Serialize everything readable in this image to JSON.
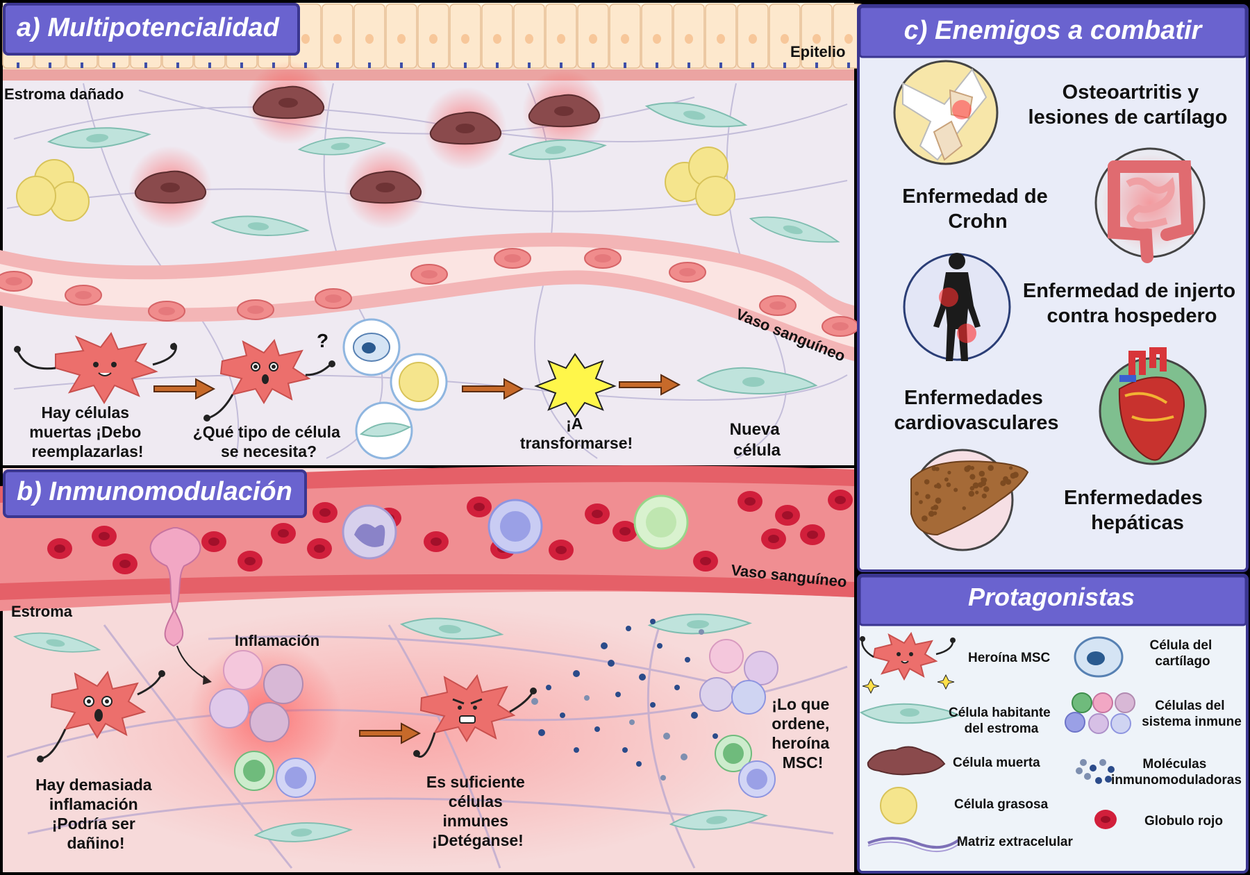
{
  "colors": {
    "header_purple": "#6a63cf",
    "panel_a_bg": "#efeaf2",
    "panel_b_bg": "#f7dada",
    "panel_c_bg": "#e9ecf8",
    "legend_bg": "#eef3f9",
    "vessel": "#f0a9ac",
    "msc": "#ec6f6c",
    "dead_cell": "#8a4a4c",
    "fat_cell": "#f5e58d",
    "stromal": "#bfe3dc",
    "rbc": "#d11f3b"
  },
  "panel_a": {
    "title": "a) Multipotencialidad",
    "epitelio": "Epitelio",
    "estroma_danado": "Estroma dañado",
    "vaso": "Vaso sanguíneo",
    "q_mark": "?",
    "step1": [
      "Hay células",
      "muertas ¡Debo",
      "reemplazarlas!"
    ],
    "step2": [
      "¿Qué tipo de célula",
      "se necesita?"
    ],
    "step3": [
      "¡A",
      "transformarse!"
    ],
    "step4": [
      "Nueva",
      "célula"
    ]
  },
  "panel_b": {
    "title": "b) Inmunomodulación",
    "vaso": "Vaso sanguíneo",
    "estroma": "Estroma",
    "inflamacion": "Inflamación",
    "step1": [
      "Hay demasiada",
      "inflamación",
      "¡Podría ser",
      "dañino!"
    ],
    "step2": [
      "Es suficiente",
      "células",
      "inmunes",
      "¡Detéganse!"
    ],
    "step3": [
      "¡Lo que",
      "ordene,",
      "heroína",
      "MSC!"
    ]
  },
  "panel_c": {
    "title": "c) Enemigos a combatir",
    "d1": [
      "Osteoartritis y",
      "lesiones de cartílago"
    ],
    "d2": [
      "Enfermedad de",
      "Crohn"
    ],
    "d3": [
      "Enfermedad de injerto",
      "contra hospedero"
    ],
    "d4": [
      "Enfermedades",
      "cardiovasculares"
    ],
    "d5": [
      "Enfermedades",
      "hepáticas"
    ]
  },
  "legend": {
    "title": "Protagonistas",
    "msc": "Heroína MSC",
    "cart": [
      "Célula del",
      "cartílago"
    ],
    "stromal": [
      "Célula habitante",
      "del estroma"
    ],
    "immune": [
      "Células del",
      "sistema inmune"
    ],
    "dead": "Célula muerta",
    "molecules": [
      "Moléculas",
      "inmunomoduladoras"
    ],
    "fat": "Célula grasosa",
    "rbc": "Globulo rojo",
    "matrix": "Matriz extracelular"
  }
}
